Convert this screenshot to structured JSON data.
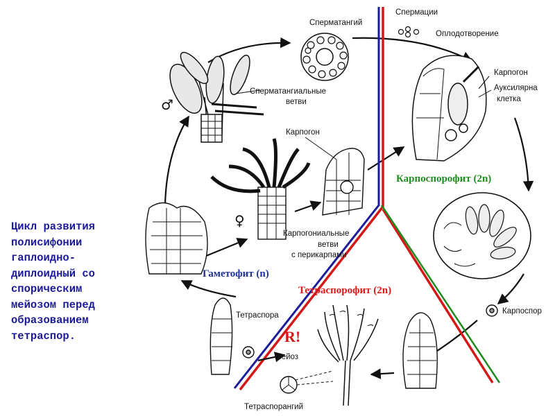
{
  "caption": "Цикл развития полисифонии гаплоидно-диплоидный со спорическим мейозом перед образованием тетраспор.",
  "labels": {
    "spermatangium": "Сперматангий",
    "spermatia": "Спермации",
    "fertilization": "Оплодотворение",
    "carpogon_top": "Карпогон",
    "auxiliary_1": "Ауксилярна",
    "auxiliary_2": "клетка",
    "sperm_branches_1": "Сперматангиальные",
    "sperm_branches_2": "ветви",
    "carpogon_mid": "Карпогон",
    "carpogon_branches_1": "Карпогониальные",
    "carpogon_branches_2": "ветви",
    "carpogon_branches_3": "с перикарпами",
    "carpospore": "Карпоспор",
    "tetraspore": "Тетраспора",
    "meiosis": "Мейоз",
    "tetrasporangium": "Тетраспорангий",
    "male_symbol": "♂",
    "female_symbol": "♀",
    "meiosis_mark": "R!"
  },
  "phases": {
    "carposporophyte": "Карпоспорофит (2n)",
    "gametophyte": "Гаметофит (n)",
    "tetrasporophyte": "Тетраспорофит (2n)"
  },
  "colors": {
    "caption": "#1a1a99",
    "carposporophyte": "#1e8c1e",
    "gametophyte": "#2030a0",
    "tetrasporophyte": "#e01818",
    "divider_blue": "#1c1c9c",
    "divider_red": "#d41818",
    "divider_green": "#1f8a1f"
  }
}
